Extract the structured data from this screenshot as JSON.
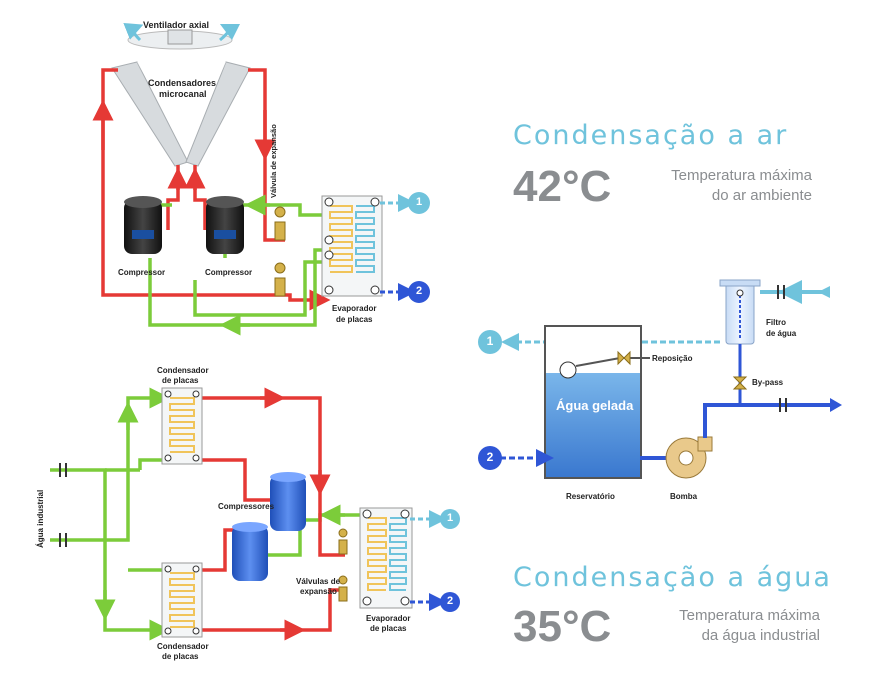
{
  "air": {
    "title": "Condensação a ar",
    "temp": "42°C",
    "desc_line1": "Temperatura máxima",
    "desc_line2": "do ar ambiente",
    "fan_label": "Ventilador axial",
    "condenser_label_1": "Condensadores",
    "condenser_label_2": "microcanal",
    "valve_label": "Válvula de expansão",
    "compressor_1": "Compressor",
    "compressor_2": "Compressor",
    "evaporator_1": "Evaporador",
    "evaporator_2": "de placas",
    "port_1": "1",
    "port_2": "2"
  },
  "water": {
    "title": "Condensação a água",
    "temp": "35°C",
    "desc_line1": "Temperatura máxima",
    "desc_line2": "da água industrial",
    "industrial_label": "Água industrial",
    "cond_top_1": "Condensador",
    "cond_top_2": "de placas",
    "cond_bot_1": "Condensador",
    "cond_bot_2": "de placas",
    "compressors": "Compressores",
    "valves_1": "Válvulas de",
    "valves_2": "expansão",
    "evaporator_1": "Evaporador",
    "evaporator_2": "de placas",
    "port_1": "1",
    "port_2": "2"
  },
  "tank": {
    "water_label": "Água gelada",
    "refill_label": "Reposição",
    "reservoir_label": "Reservatório",
    "pump_label": "Bomba",
    "filter_1": "Filtro",
    "filter_2": "de água",
    "bypass_label": "By-pass",
    "port_1": "1",
    "port_2": "2"
  },
  "colors": {
    "hot": "#e53935",
    "cold_green": "#7ccc3a",
    "light_blue": "#6fc3dc",
    "dark_blue": "#2f56d6",
    "gray_text": "#8a8d90"
  }
}
